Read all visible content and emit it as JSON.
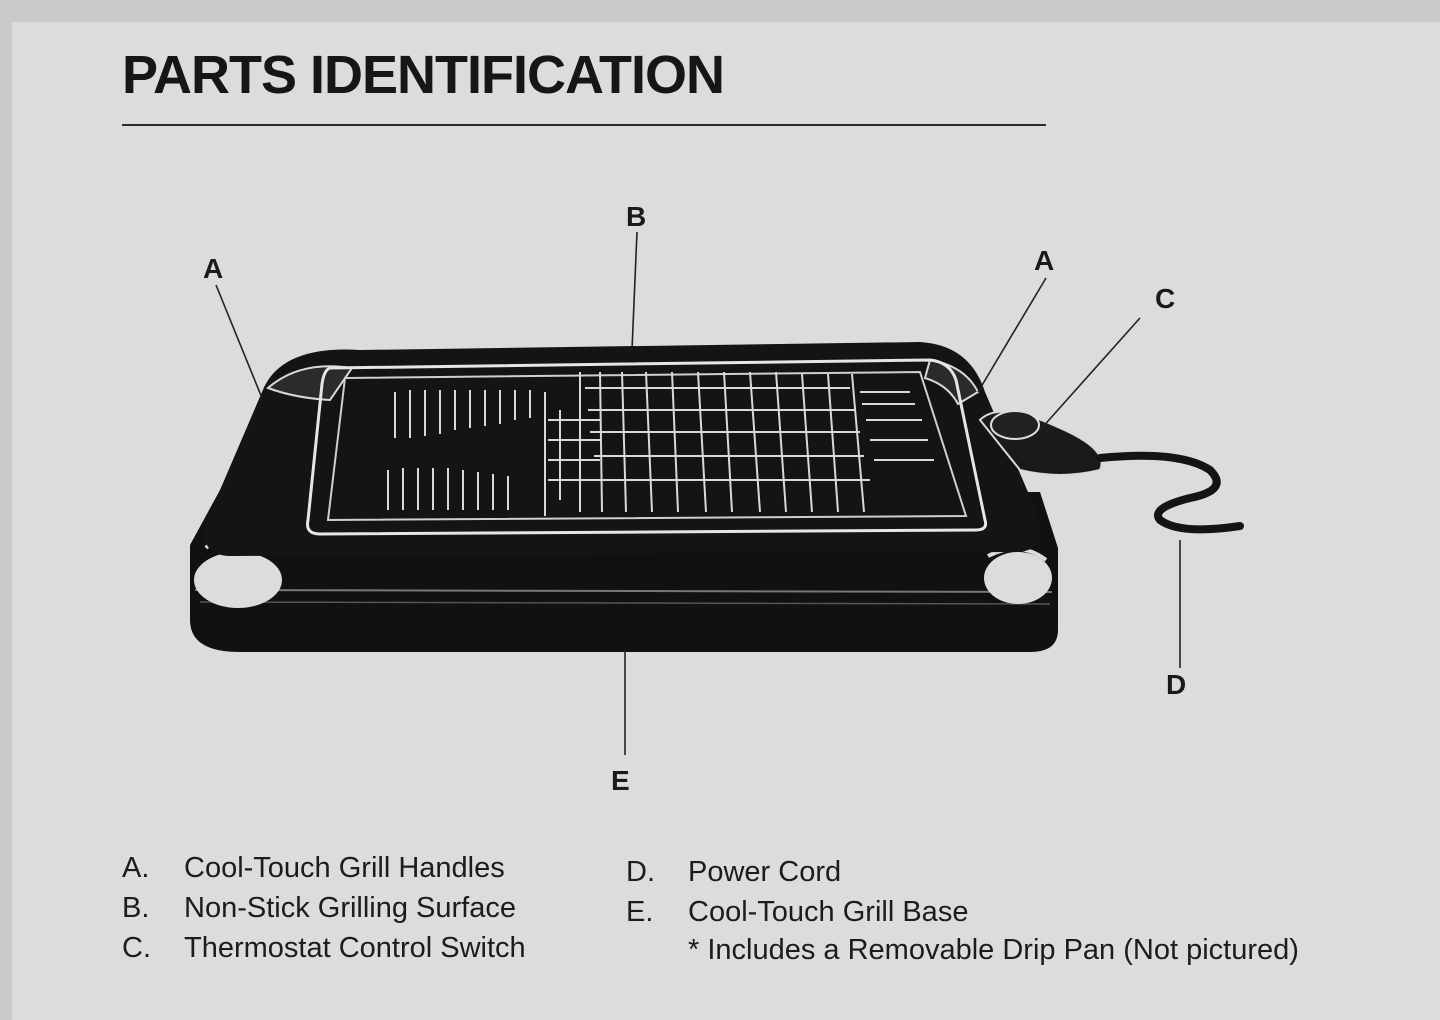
{
  "heading": "PARTS IDENTIFICATION",
  "callouts": {
    "a_left": "A",
    "b": "B",
    "a_right": "A",
    "c": "C",
    "d": "D",
    "e": "E"
  },
  "legend_left": [
    {
      "letter": "A.",
      "text": "Cool-Touch Grill Handles"
    },
    {
      "letter": "B.",
      "text": "Non-Stick Grilling Surface"
    },
    {
      "letter": "C.",
      "text": "Thermostat Control Switch"
    }
  ],
  "legend_right": [
    {
      "letter": "D.",
      "text": "Power Cord"
    },
    {
      "letter": "E.",
      "text": "Cool-Touch Grill Base"
    }
  ],
  "note": "* Includes a Removable Drip Pan  (Not pictured)"
}
